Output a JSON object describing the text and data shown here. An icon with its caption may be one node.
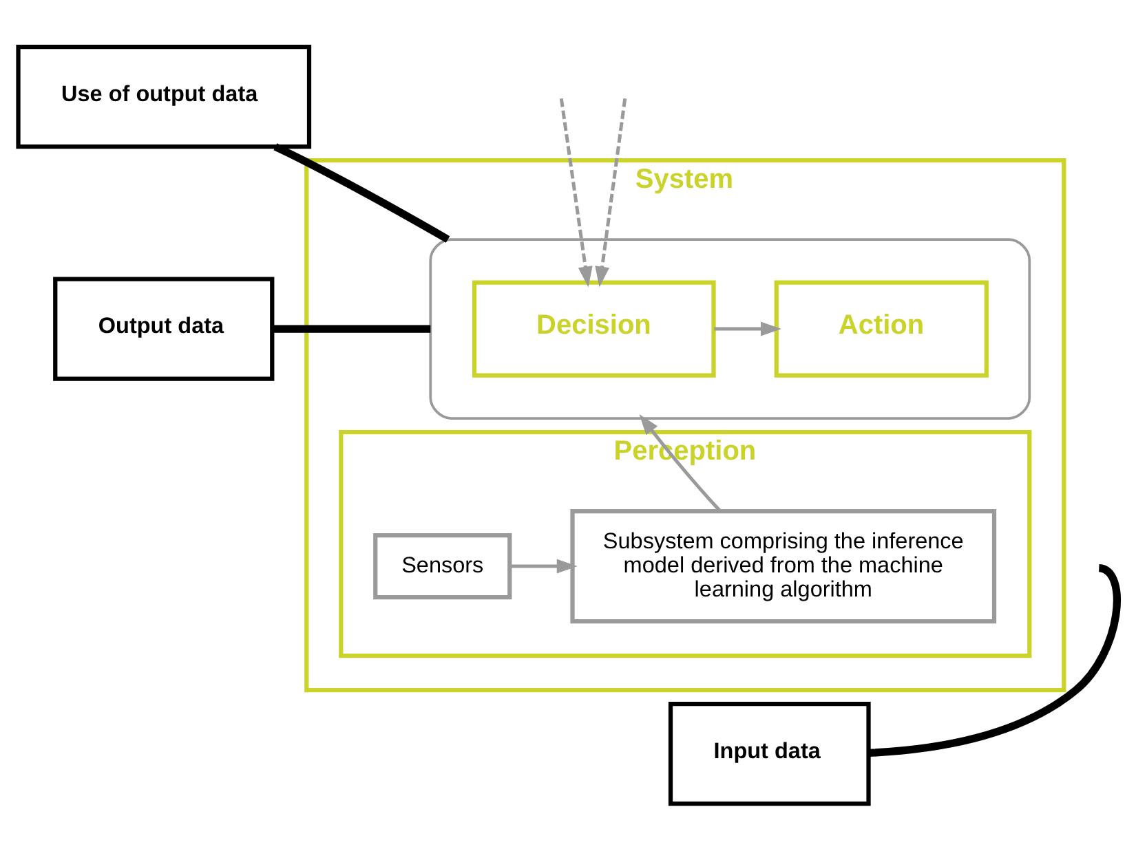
{
  "diagram": {
    "nodes": [
      {
        "text": [
          "Use of output data"
        ]
      },
      {
        "text": [
          "System"
        ]
      },
      {
        "text": [],
        "shape": "cloud",
        "in": 1
      },
      {
        "text": [
          "Decision"
        ],
        "in": 2
      },
      {
        "text": [
          "Action"
        ],
        "in": 2
      },
      {
        "text": [
          "Output data"
        ]
      },
      {
        "text": [
          "Perception"
        ],
        "in": 1
      },
      {
        "text": [
          "Subsystem comprising the inference model derived from the machine learning algorithm"
        ],
        "in": 6
      },
      {
        "text": [
          "Sensors"
        ],
        "in": 6
      },
      {
        "text": [
          "Input data"
        ]
      }
    ],
    "edges": [
      {
        "from": null,
        "to": 3,
        "arrow": "to",
        "style": "dashed"
      },
      {
        "from": null,
        "to": 3,
        "arrow": "to",
        "style": "dashed"
      },
      {
        "from": 3,
        "to": 4,
        "arrow": "to"
      },
      {
        "from": 7,
        "to": 2,
        "arrow": "to"
      },
      {
        "from": 8,
        "to": 7,
        "arrow": "to"
      },
      {
        "from": 0,
        "to": 2,
        "arrow": "none",
        "style": "thick",
        "color": "#000000"
      },
      {
        "from": 5,
        "to": 2,
        "arrow": "none",
        "style": "thick",
        "color": "#000000"
      },
      {
        "from": 9,
        "to": null,
        "arrow": "none",
        "style": "thick",
        "color": "#000000"
      }
    ]
  }
}
